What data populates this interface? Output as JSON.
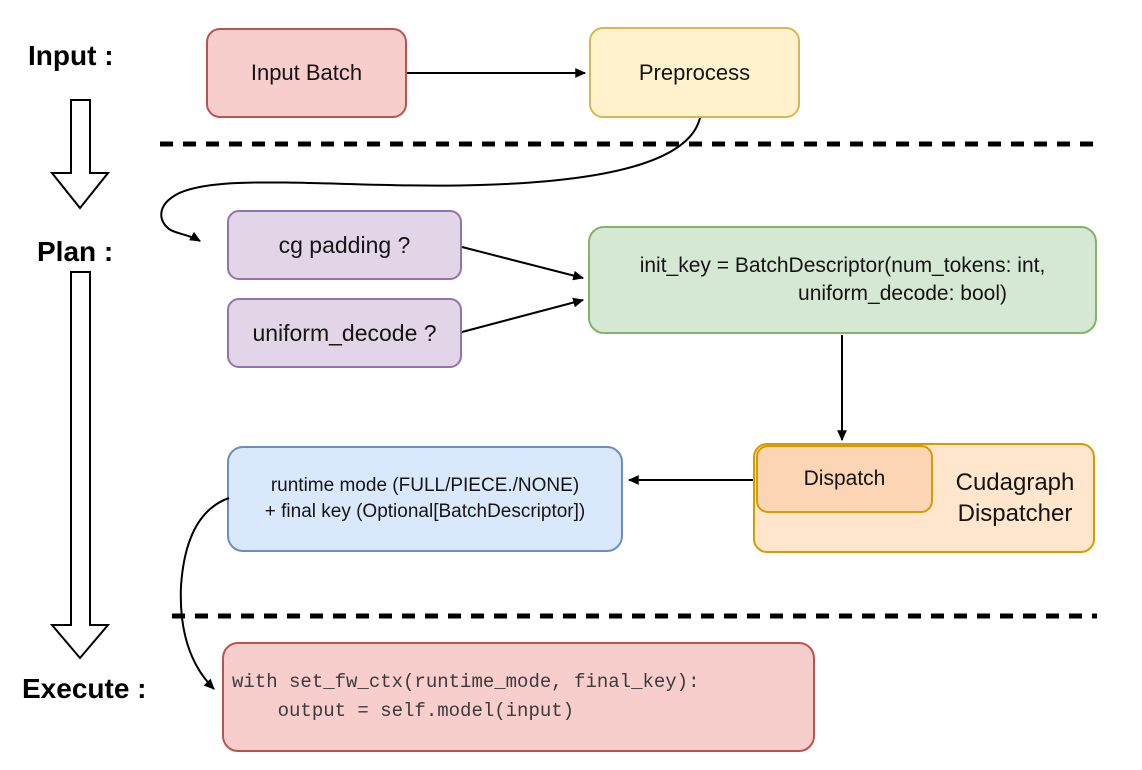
{
  "stages": {
    "input_label": "Input :",
    "plan_label": "Plan :",
    "execute_label": "Execute :"
  },
  "nodes": {
    "input_batch": {
      "label": "Input Batch",
      "fill": "#F8CECC",
      "stroke": "#B85450"
    },
    "preprocess": {
      "label": "Preprocess",
      "fill": "#FFF2CC",
      "stroke": "#D6B656"
    },
    "cg_padding": {
      "label": "cg padding ?",
      "fill": "#E1D5E7",
      "stroke": "#9673A6"
    },
    "uniform_decode": {
      "label": "uniform_decode ?",
      "fill": "#E1D5E7",
      "stroke": "#9673A6"
    },
    "init_key": {
      "lines": [
        "init_key = BatchDescriptor(num_tokens: int,",
        "uniform_decode: bool)"
      ],
      "fill": "#D5E8D4",
      "stroke": "#82B366"
    },
    "dispatch": {
      "label": "Dispatch",
      "fill": "#FCD5B4",
      "stroke": "#D79B00"
    },
    "cudagraph_dispatcher": {
      "lines": [
        "Cudagraph",
        "Dispatcher"
      ],
      "fill": "#FFE6CC",
      "stroke": "#D79B00"
    },
    "runtime_mode": {
      "lines": [
        "runtime mode (FULL/PIECE./NONE)",
        "+ final key (Optional[BatchDescriptor])"
      ],
      "fill": "#DAE8FC",
      "stroke": "#6C8EBF"
    },
    "execute_code": {
      "code_lines": [
        "with set_fw_ctx(runtime_mode, final_key):",
        "    output = self.model(input)"
      ],
      "fill": "#F8CECC",
      "stroke": "#B85450"
    }
  },
  "connector_color": "#000000"
}
